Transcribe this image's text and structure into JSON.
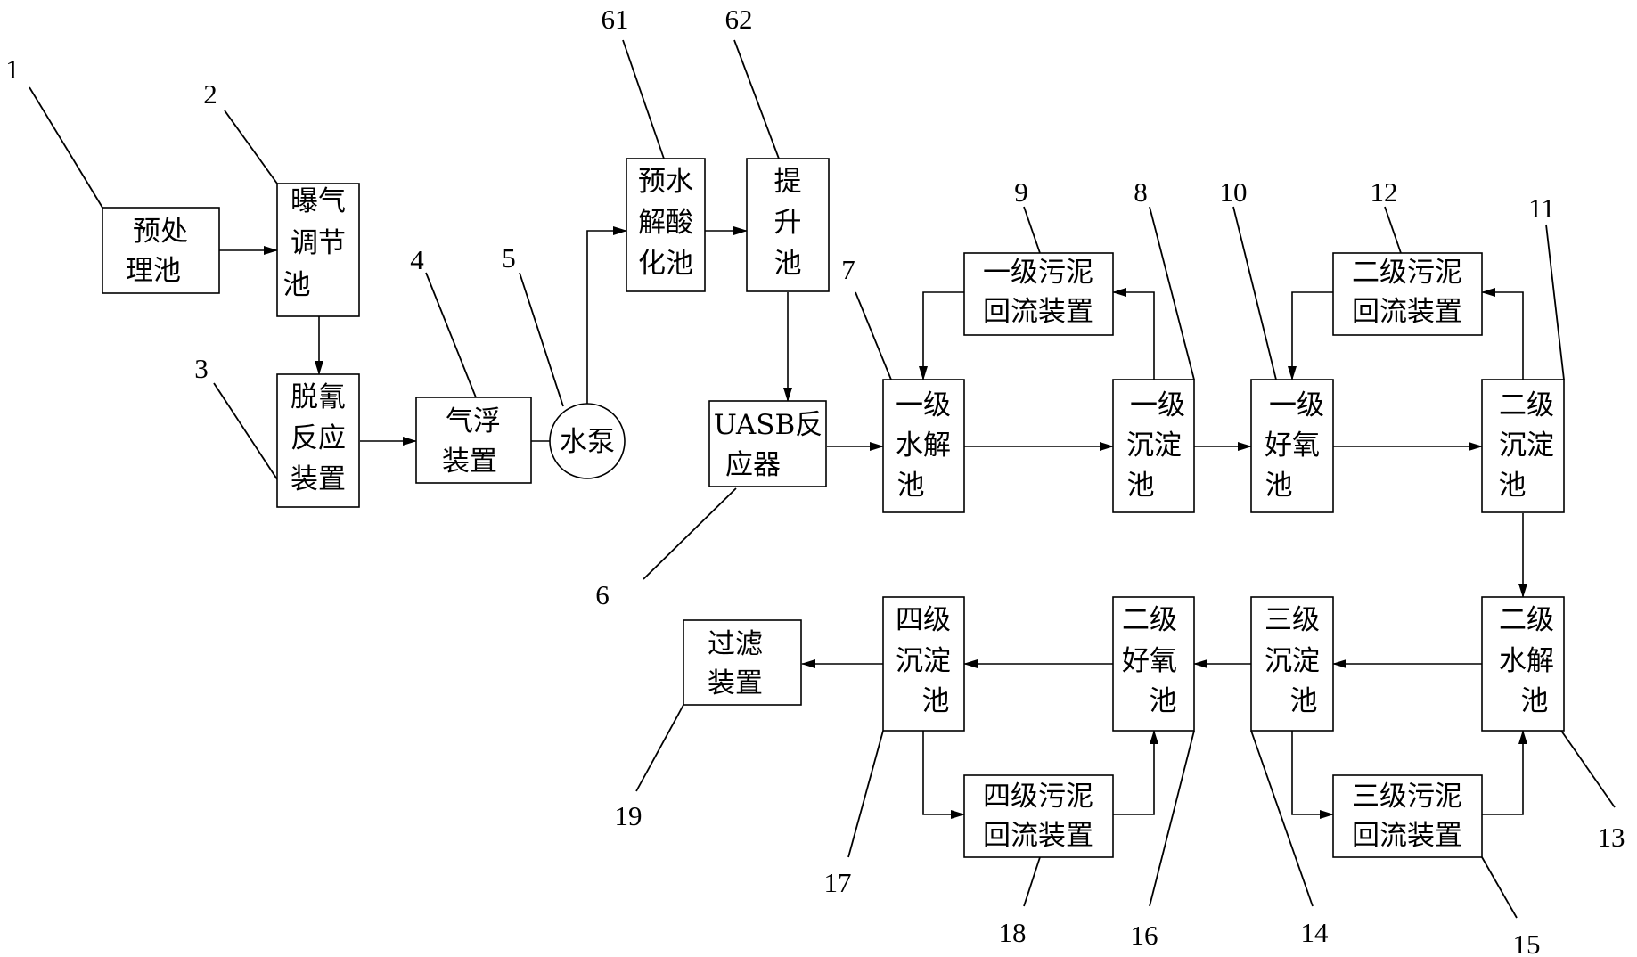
{
  "boxes": {
    "b1": [
      "预处",
      "理池"
    ],
    "b2": [
      "曝气",
      "调节",
      "池"
    ],
    "b3": [
      "脱氰",
      "反应",
      "装置"
    ],
    "b4": [
      "气浮",
      "装置"
    ],
    "b5": [
      "水泵"
    ],
    "b61": [
      "预水",
      "解酸",
      "化池"
    ],
    "b62": [
      "提",
      "升",
      "池"
    ],
    "b6": [
      "UASB反",
      "应器"
    ],
    "b7": [
      "一级",
      "水解",
      "池"
    ],
    "b9": [
      "一级污泥",
      "回流装置"
    ],
    "b8": [
      "一级",
      "沉淀",
      "池"
    ],
    "b10": [
      "一级",
      "好氧",
      "池"
    ],
    "b12": [
      "二级污泥",
      "回流装置"
    ],
    "b11": [
      "二级",
      "沉淀",
      "池"
    ],
    "b13": [
      "二级",
      "水解",
      "池"
    ],
    "b14": [
      "三级",
      "沉淀",
      "池"
    ],
    "b15": [
      "三级污泥",
      "回流装置"
    ],
    "b16": [
      "二级",
      "好氧",
      "池"
    ],
    "b18": [
      "四级污泥",
      "回流装置"
    ],
    "b17": [
      "四级",
      "沉淀",
      "池"
    ],
    "b19": [
      "过滤",
      "装置"
    ]
  },
  "numbers": {
    "n1": "1",
    "n2": "2",
    "n3": "3",
    "n4": "4",
    "n5": "5",
    "n61": "61",
    "n62": "62",
    "n6": "6",
    "n7": "7",
    "n8": "8",
    "n9": "9",
    "n10": "10",
    "n11": "11",
    "n12": "12",
    "n13": "13",
    "n14": "14",
    "n15": "15",
    "n16": "16",
    "n17": "17",
    "n18": "18",
    "n19": "19"
  }
}
